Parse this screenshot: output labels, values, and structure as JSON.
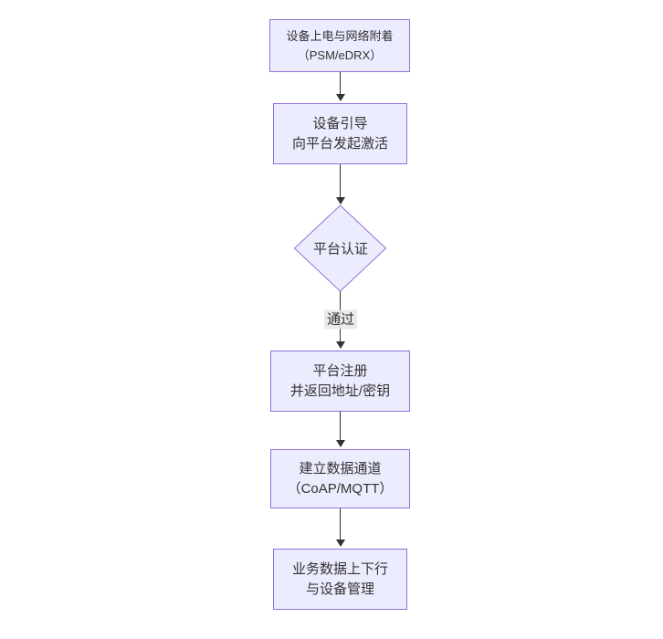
{
  "diagram": {
    "type": "flowchart-top-down",
    "colors": {
      "canvas_background": "#ffffff",
      "node_fill": "#ECECFF",
      "node_border": "#9370DB",
      "text": "#333333",
      "edge": "#333333",
      "edge_label_background": "#e8e8e8"
    },
    "nodes": [
      {
        "id": "power-attach",
        "shape": "rect",
        "lines": [
          "设备上电与网络附着",
          "（PSM/eDRX）"
        ]
      },
      {
        "id": "bootstrap",
        "shape": "rect",
        "lines": [
          "设备引导",
          "向平台发起激活"
        ]
      },
      {
        "id": "platform-auth",
        "shape": "diamond",
        "lines": [
          "平台认证"
        ]
      },
      {
        "id": "platform-register",
        "shape": "rect",
        "lines": [
          "平台注册",
          "并返回地址/密钥"
        ]
      },
      {
        "id": "data-channel",
        "shape": "rect",
        "lines": [
          "建立数据通道",
          "（CoAP/MQTT）"
        ]
      },
      {
        "id": "business-data",
        "shape": "rect",
        "lines": [
          "业务数据上下行",
          "与设备管理"
        ]
      }
    ],
    "edges": [
      {
        "from": "power-attach",
        "to": "bootstrap",
        "label": ""
      },
      {
        "from": "bootstrap",
        "to": "platform-auth",
        "label": ""
      },
      {
        "from": "platform-auth",
        "to": "platform-register",
        "label": "通过"
      },
      {
        "from": "platform-register",
        "to": "data-channel",
        "label": ""
      },
      {
        "from": "data-channel",
        "to": "business-data",
        "label": ""
      }
    ]
  }
}
